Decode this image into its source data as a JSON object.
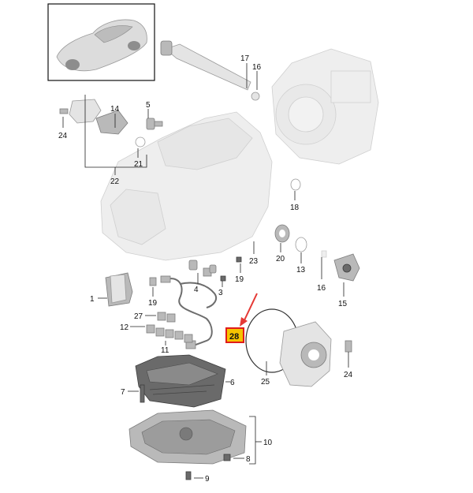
{
  "colors": {
    "highlight_fill": "#f5c400",
    "highlight_border": "#e01b1b",
    "arrow": "#e53935"
  },
  "callouts": {
    "c1": "1",
    "c5": "5",
    "c6": "6",
    "c7": "7",
    "c8": "8",
    "c9": "9",
    "c10": "10",
    "c11": "11",
    "c12": "12",
    "c13": "13",
    "c14": "14",
    "c15": "15",
    "c16a": "16",
    "c16b": "16",
    "c17": "17",
    "c18": "18",
    "c19a": "19",
    "c19b": "19",
    "c20": "20",
    "c21": "21",
    "c22": "22",
    "c23": "23",
    "c24a": "24",
    "c24b": "24",
    "c25": "25",
    "c27": "27",
    "c3": "3",
    "c4": "4",
    "c28": "28"
  },
  "highlighted_part": "28",
  "icons": [
    "car-thumbnail",
    "gearbox-housing",
    "torque-converter",
    "valve-body",
    "oil-pan"
  ]
}
